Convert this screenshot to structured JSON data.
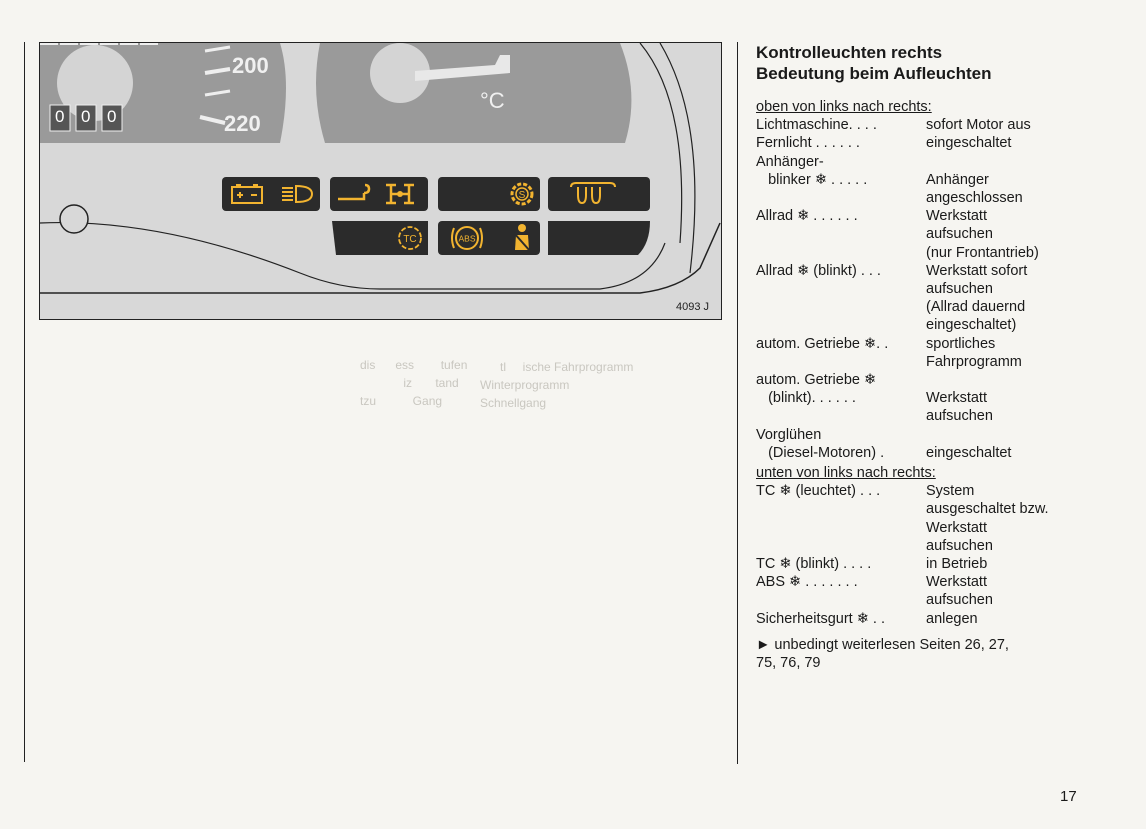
{
  "figure": {
    "gauge_labels": [
      "200",
      "220"
    ],
    "odometer_digits": [
      "0",
      "0",
      "0"
    ],
    "temp_unit": "°C",
    "figure_number": "4093 J",
    "icons": [
      "battery-icon",
      "high-beam-icon",
      "trailer-indicator-icon",
      "all-wheel-drive-icon",
      "gear-s-icon",
      "glow-plug-icon",
      "tc-icon",
      "abs-icon",
      "seatbelt-icon"
    ],
    "colors": {
      "panel": "#d6d6d6",
      "lamp_bg": "#2b2b2b",
      "lamp_amber": "#f2b430"
    }
  },
  "text": {
    "heading1": "Kontrolleuchten rechts",
    "heading2": "Bedeutung beim Aufleuchten",
    "sec_top": "oben von links nach rechts:",
    "top_rows": [
      {
        "lab": "Lichtmaschine. . . .",
        "val": "sofort Motor aus"
      },
      {
        "lab": "Fernlicht . . . . . .",
        "val": "eingeschaltet"
      },
      {
        "lab": "Anhänger-",
        "val": ""
      },
      {
        "lab": "   blinker ❄ . . . . .",
        "val": "Anhänger"
      },
      {
        "lab": "",
        "val": "angeschlossen"
      },
      {
        "lab": "Allrad ❄ . . . . . .",
        "val": "Werkstatt"
      },
      {
        "lab": "",
        "val": "aufsuchen"
      },
      {
        "lab": "",
        "val": "(nur Frontantrieb)"
      },
      {
        "lab": "Allrad ❄ (blinkt) . . .",
        "val": "Werkstatt sofort"
      },
      {
        "lab": "",
        "val": "aufsuchen"
      },
      {
        "lab": "",
        "val": "(Allrad dauernd"
      },
      {
        "lab": "",
        "val": "eingeschaltet)"
      },
      {
        "lab": "autom. Getriebe ❄. .",
        "val": "sportliches"
      },
      {
        "lab": "",
        "val": "Fahrprogramm"
      },
      {
        "lab": "autom. Getriebe ❄",
        "val": ""
      },
      {
        "lab": "   (blinkt). . . . . .",
        "val": "Werkstatt"
      },
      {
        "lab": "",
        "val": "aufsuchen"
      },
      {
        "lab": "Vorglühen",
        "val": ""
      },
      {
        "lab": "   (Diesel-Motoren) .",
        "val": "eingeschaltet"
      }
    ],
    "sec_bottom": "unten von links nach rechts:",
    "bottom_rows": [
      {
        "lab": "TC ❄ (leuchtet) . . .",
        "val": "System"
      },
      {
        "lab": "",
        "val": "ausgeschaltet bzw."
      },
      {
        "lab": "",
        "val": "Werkstatt"
      },
      {
        "lab": "",
        "val": "aufsuchen"
      },
      {
        "lab": "TC ❄ (blinkt) . . . .",
        "val": "in Betrieb"
      },
      {
        "lab": "ABS ❄ . . . . . . .",
        "val": "Werkstatt"
      },
      {
        "lab": "",
        "val": "aufsuchen"
      },
      {
        "lab": "Sicherheitsgurt ❄ . .",
        "val": "anlegen"
      }
    ],
    "note_line1": "► unbedingt weiterlesen Seiten 26, 27,",
    "note_line2": "75, 76, 79",
    "page_number": "17"
  }
}
